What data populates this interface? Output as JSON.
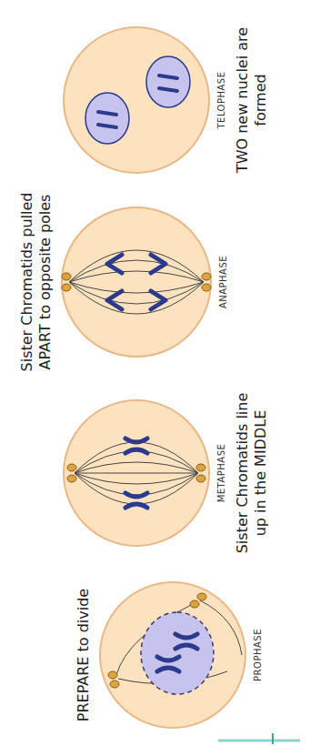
{
  "diagram": {
    "nodes": [
      {
        "text": [
          "PREPARE to divide",
          "PROPHASE"
        ]
      },
      {
        "text": [
          "METAPHASE",
          "Sister Chromatids line up in the MIDDLE"
        ]
      },
      {
        "text": [
          "Sister Chromatids pulled APART to opposite poles",
          "ANAPHASE"
        ]
      },
      {
        "text": [
          "TELOPHASE",
          "TWO new nuclei are formed"
        ]
      }
    ]
  }
}
